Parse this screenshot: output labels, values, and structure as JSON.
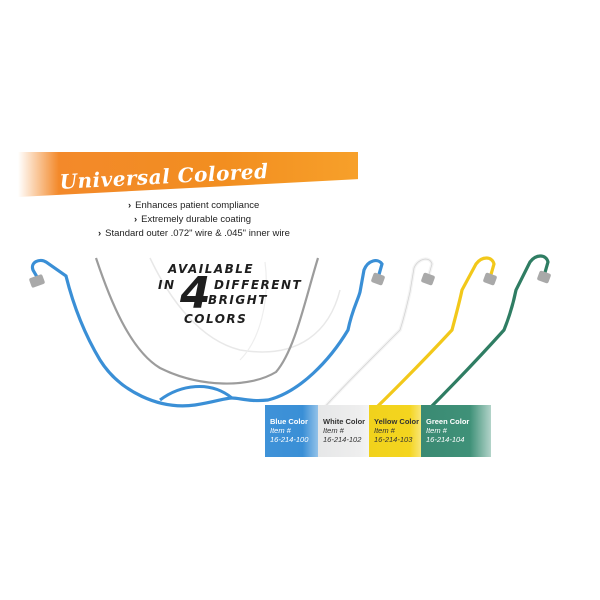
{
  "banner": {
    "title": "Universal Colored facebow"
  },
  "features": [
    "Enhances patient compliance",
    "Extremely durable coating",
    "Standard outer .072\" wire & .045\" inner wire"
  ],
  "availability": {
    "line1": "AVAILABLE",
    "line2a": "IN",
    "number": "4",
    "line2b": "DIFFERENT",
    "line3": "BRIGHT",
    "line4": "COLORS"
  },
  "variants": [
    {
      "name": "Blue Color",
      "item_label": "Item #",
      "item": "16-214-100",
      "color": "#3a8fd6"
    },
    {
      "name": "White Color",
      "item_label": "Item #",
      "item": "16-214-102",
      "color": "#e8e8e8"
    },
    {
      "name": "Yellow Color",
      "item_label": "Item #",
      "item": "16-214-103",
      "color": "#f4d51f"
    },
    {
      "name": "Green Color",
      "item_label": "Item #",
      "item": "16-214-104",
      "color": "#3a8a73"
    }
  ],
  "colors": {
    "banner": "#f28e20",
    "blue_wire": "#3a8fd6",
    "white_wire": "#f4f4f4",
    "yellow_wire": "#f2c81a",
    "green_wire": "#2f7d63",
    "tip": "#a9a9a9"
  }
}
